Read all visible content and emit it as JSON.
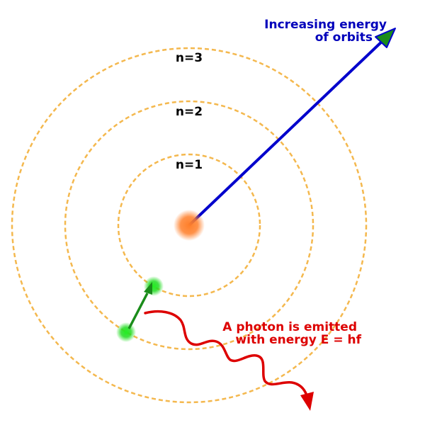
{
  "orbits": [
    {
      "label": "n=1"
    },
    {
      "label": "n=2"
    },
    {
      "label": "n=3"
    }
  ],
  "energy_arrow": {
    "line1": "Increasing energy",
    "line2": "of orbits"
  },
  "photon": {
    "line1": "A photon is emitted",
    "line2": "with energy E = hf"
  },
  "colors": {
    "orbit": "#f4b84e",
    "nucleus": "#ff7f2a",
    "electron": "#22dd22",
    "transition_arrow": "#1a8c1a",
    "energy_arrow": "#0000cc",
    "energy_arrowhead": "#1a8c1a",
    "energy_text": "#0000bb",
    "photon": "#dd0000"
  }
}
